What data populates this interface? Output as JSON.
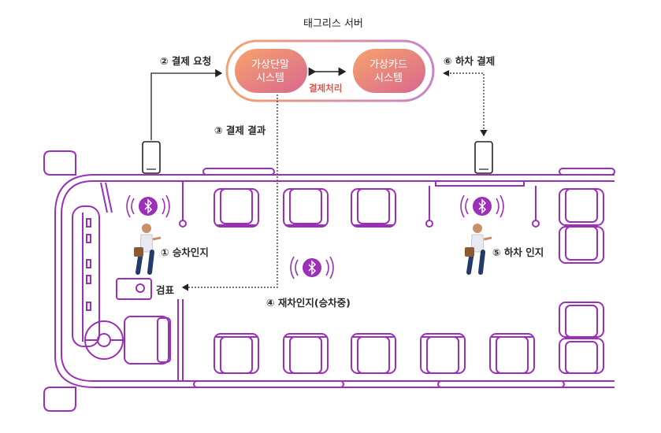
{
  "server": {
    "title": "태그리스 서버",
    "virtual_terminal_line1": "가상단말",
    "virtual_terminal_line2": "시스템",
    "virtual_card_line1": "가상카드",
    "virtual_card_line2": "시스템",
    "processing": "결제처리"
  },
  "steps": {
    "payment_request": "② 결제 요청",
    "payment_result": "③ 결제 결과",
    "alight_payment": "⑥ 하차 결제",
    "board_recognition": "① 승차인지",
    "ticket_check": "검표",
    "re_recognition": "④ 재차인지(승차중)",
    "alight_recognition": "⑤ 하차 인지"
  },
  "colors": {
    "bus_outline": "#9b2fb8",
    "pill_start": "#f29a6a",
    "pill_end": "#d9688f",
    "bluetooth": "#9b2fb8",
    "processing_text": "#e0564a"
  }
}
